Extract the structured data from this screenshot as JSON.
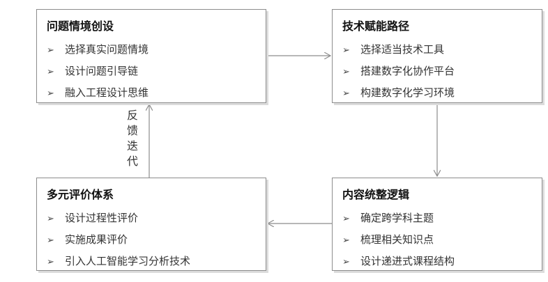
{
  "boxes": {
    "tl": {
      "title": "问题情境创设",
      "items": [
        "选择真实问题情境",
        "设计问题引导链",
        "融入工程设计思维"
      ]
    },
    "tr": {
      "title": "技术赋能路径",
      "items": [
        "选择适当技术工具",
        "搭建数字化协作平台",
        "构建数字化学习环境"
      ]
    },
    "br": {
      "title": "内容统整逻辑",
      "items": [
        "确定跨学科主题",
        "梳理相关知识点",
        "设计递进式课程结构"
      ]
    },
    "bl": {
      "title": "多元评价体系",
      "items": [
        "设计过程性评价",
        "实施成果评价",
        "引入人工智能学习分析技术"
      ]
    }
  },
  "bullet_glyph": "➢",
  "feedback": {
    "chars": [
      "反",
      "馈",
      "迭",
      "代"
    ]
  }
}
